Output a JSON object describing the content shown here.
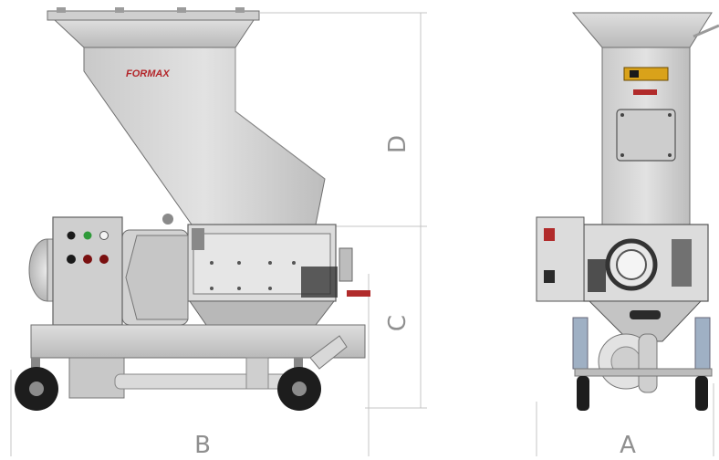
{
  "dimensions": {
    "a": "A",
    "b": "B",
    "c": "C",
    "d": "D"
  },
  "brand": {
    "logo_text": "FORMAX"
  },
  "colors": {
    "steel_light": "#d7d7d7",
    "steel_mid": "#bdbdbd",
    "steel_dark": "#9a9a9a",
    "motor_black": "#1a1a1a",
    "dim_line": "#bcbcbc",
    "dim_text": "#8f8f8f",
    "indicator_green": "#2f9a3a",
    "indicator_red": "#7a1010",
    "warning_yellow": "#d9a21a"
  }
}
